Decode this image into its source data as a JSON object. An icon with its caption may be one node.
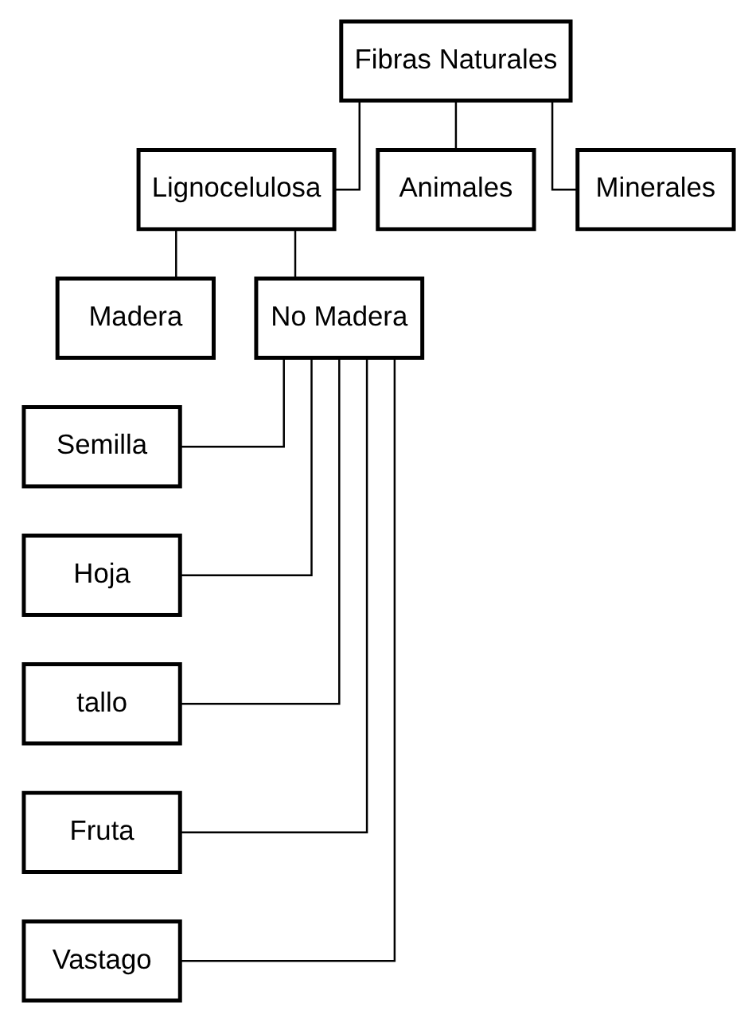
{
  "diagram": {
    "nodes": [
      {
        "text": [
          "Fibras Naturales"
        ]
      },
      {
        "text": [
          "Lignocelulosa"
        ]
      },
      {
        "text": [
          "Animales"
        ]
      },
      {
        "text": [
          "Minerales"
        ]
      },
      {
        "text": [
          "Madera"
        ]
      },
      {
        "text": [
          "No Madera"
        ]
      },
      {
        "text": [
          "Semilla"
        ]
      },
      {
        "text": [
          "Hoja"
        ]
      },
      {
        "text": [
          "tallo"
        ]
      },
      {
        "text": [
          "Fruta"
        ]
      },
      {
        "text": [
          "Vastago"
        ]
      }
    ],
    "edges": [
      {
        "from": 0,
        "to": 1,
        "arrow": "none"
      },
      {
        "from": 0,
        "to": 2,
        "arrow": "none"
      },
      {
        "from": 0,
        "to": 3,
        "arrow": "none"
      },
      {
        "from": 1,
        "to": 4,
        "arrow": "none"
      },
      {
        "from": 1,
        "to": 5,
        "arrow": "none"
      },
      {
        "from": 5,
        "to": 6,
        "arrow": "none"
      },
      {
        "from": 5,
        "to": 7,
        "arrow": "none"
      },
      {
        "from": 5,
        "to": 8,
        "arrow": "none"
      },
      {
        "from": 5,
        "to": 9,
        "arrow": "none"
      },
      {
        "from": 5,
        "to": 10,
        "arrow": "none"
      }
    ]
  }
}
